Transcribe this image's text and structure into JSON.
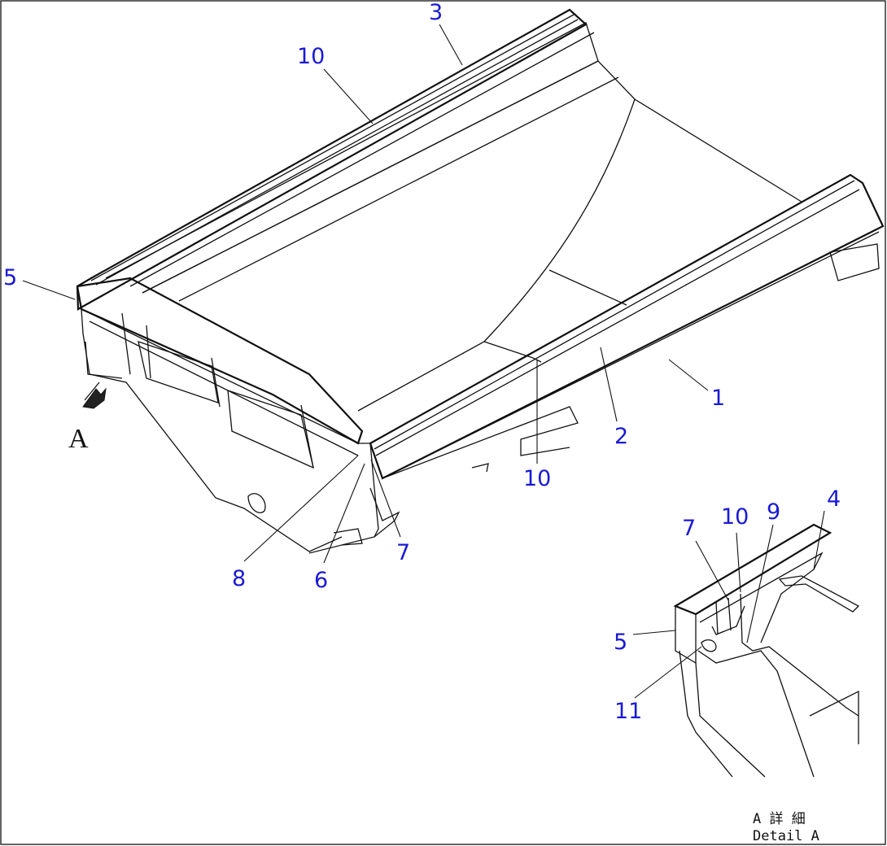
{
  "callouts": [
    {
      "id": "c3",
      "text": "3"
    },
    {
      "id": "c10a",
      "text": "10"
    },
    {
      "id": "c5a",
      "text": "5"
    },
    {
      "id": "c1",
      "text": "1"
    },
    {
      "id": "c2",
      "text": "2"
    },
    {
      "id": "c10b",
      "text": "10"
    },
    {
      "id": "c7a",
      "text": "7"
    },
    {
      "id": "c8",
      "text": "8"
    },
    {
      "id": "c6",
      "text": "6"
    },
    {
      "id": "c4",
      "text": "4"
    },
    {
      "id": "c9",
      "text": "9"
    },
    {
      "id": "c10c",
      "text": "10"
    },
    {
      "id": "c7b",
      "text": "7"
    },
    {
      "id": "c5b",
      "text": "5"
    },
    {
      "id": "c11",
      "text": "11"
    }
  ],
  "view_marker": "A",
  "detail_caption_ja": "A 詳 細",
  "detail_caption_en": "Detail A"
}
